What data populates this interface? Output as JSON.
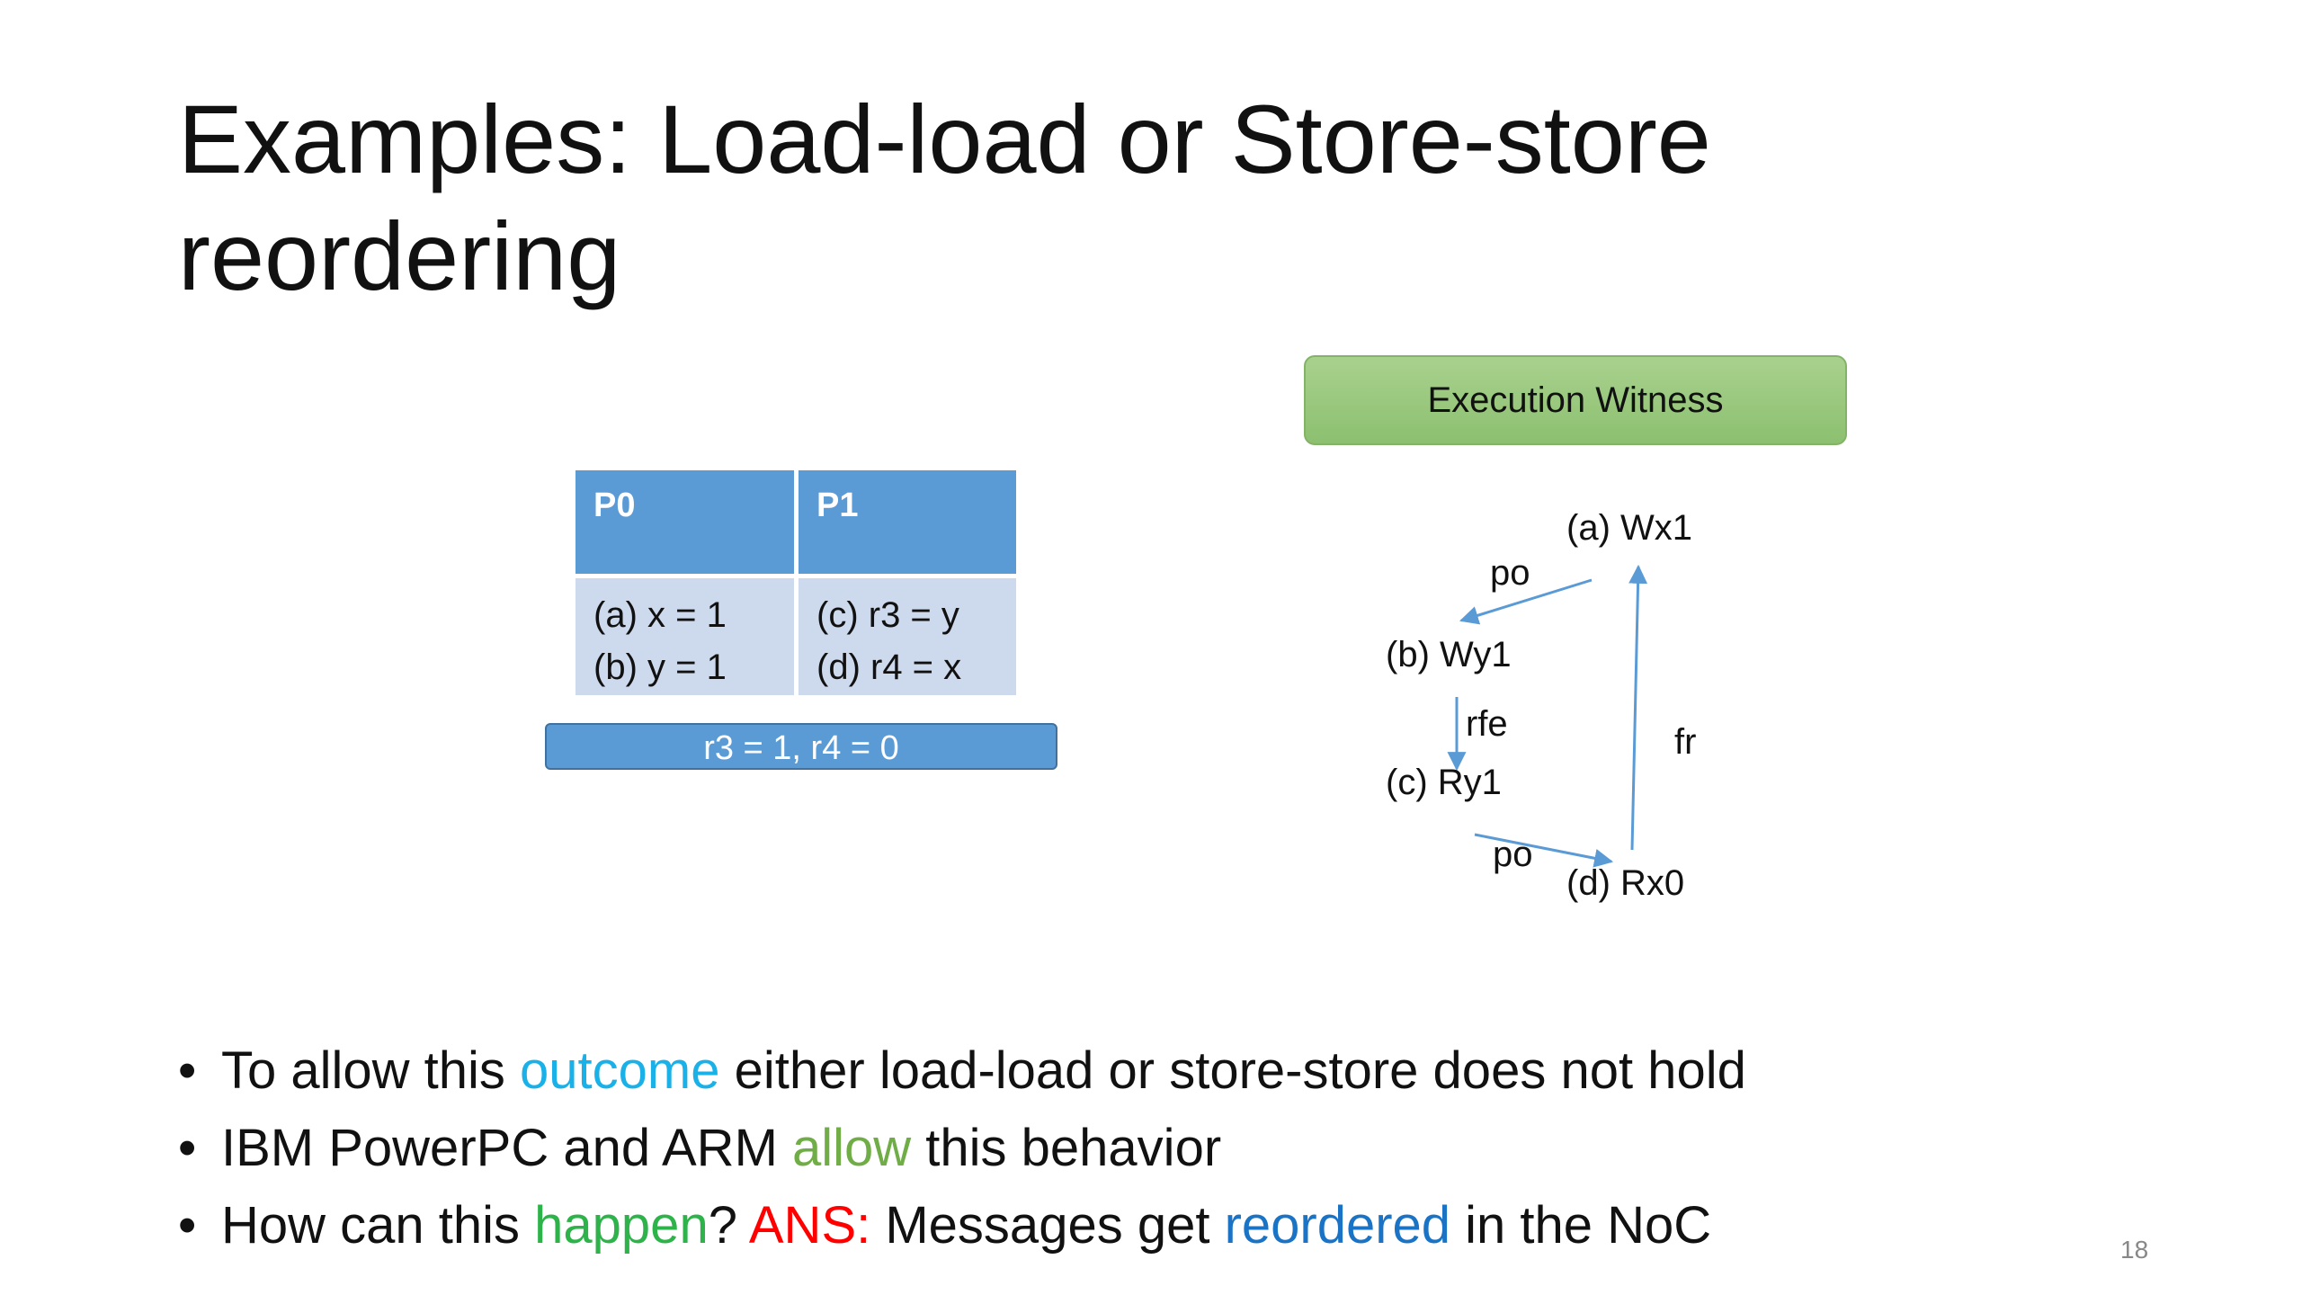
{
  "title": {
    "line1": "Examples: Load-load or Store-store",
    "line2": "reordering"
  },
  "litmus": {
    "headers": [
      "P0",
      "P1"
    ],
    "p0": [
      "(a)  x = 1",
      "(b)  y = 1"
    ],
    "p1": [
      "(c) r3 = y",
      "(d) r4 = x"
    ],
    "outcome": "r3 = 1, r4 = 0"
  },
  "witness": {
    "title": "Execution Witness",
    "nodes": {
      "a": "(a) Wx1",
      "b": "(b) Wy1",
      "c": "(c) Ry1",
      "d": "(d) Rx0"
    },
    "edges": {
      "po_ab": "po",
      "rfe_bc": "rfe",
      "po_cd": "po",
      "fr_da": "fr"
    }
  },
  "bullets": [
    {
      "parts": [
        {
          "text": "To allow this ",
          "color": ""
        },
        {
          "text": "outcome",
          "color": "cyan"
        },
        {
          "text": " either load-load or store-store does not hold",
          "color": ""
        }
      ]
    },
    {
      "parts": [
        {
          "text": "IBM PowerPC and ARM ",
          "color": ""
        },
        {
          "text": "allow",
          "color": "green"
        },
        {
          "text": " this behavior",
          "color": ""
        }
      ]
    },
    {
      "parts": [
        {
          "text": "How can this ",
          "color": ""
        },
        {
          "text": "happen",
          "color": "green2"
        },
        {
          "text": "? ",
          "color": ""
        },
        {
          "text": "ANS:",
          "color": "red"
        },
        {
          "text": " Messages get ",
          "color": ""
        },
        {
          "text": "reordered",
          "color": "blue"
        },
        {
          "text": " in the NoC",
          "color": ""
        }
      ]
    }
  ],
  "colors": {
    "cyan": "#1ab0e8",
    "green": "#70ad47",
    "green2": "#2eb34a",
    "red": "#ff0000",
    "blue": "#1a73c4",
    "header_blue": "#5b9bd5",
    "cell_blue": "#cdd9ec",
    "witness_green": "#a9d18e",
    "arrow": "#5b9bd5"
  },
  "page_number": "18"
}
